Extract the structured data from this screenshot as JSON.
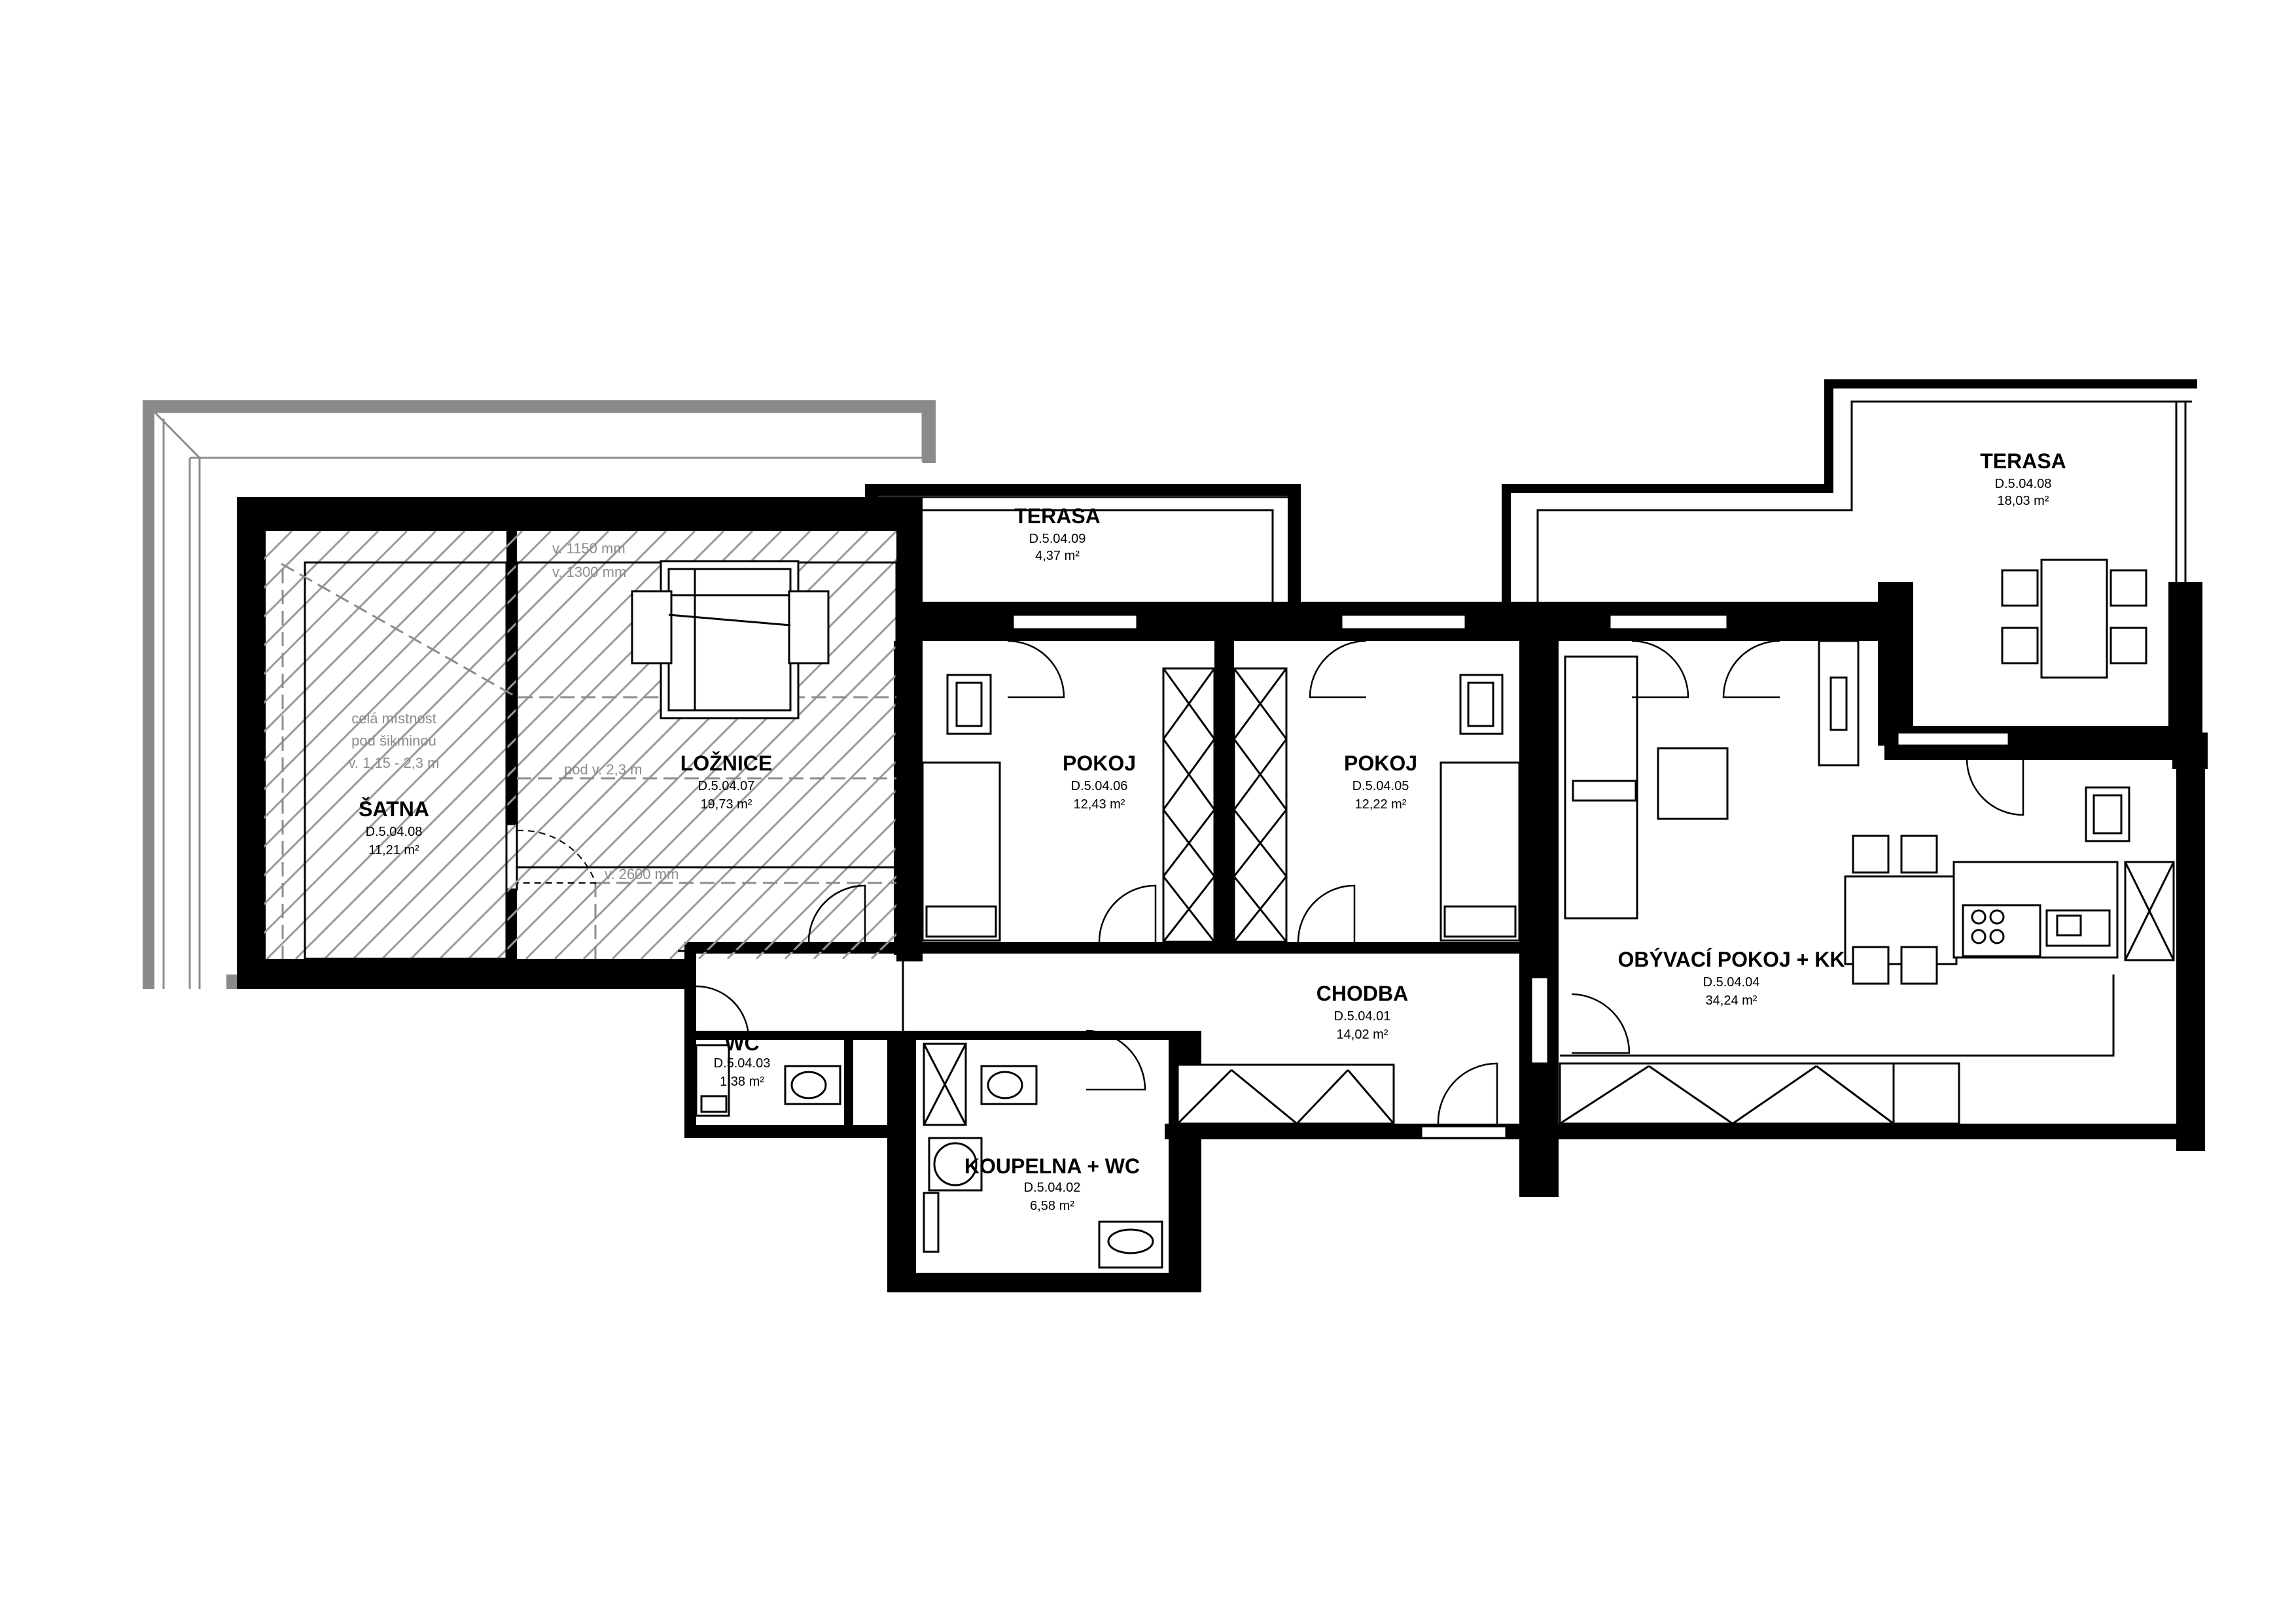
{
  "rooms": {
    "terasa_small": {
      "name": "TERASA",
      "code": "D.5.04.09",
      "area": "4,37 m²"
    },
    "terasa_big": {
      "name": "TERASA",
      "code": "D.5.04.08",
      "area": "18,03 m²"
    },
    "loznice": {
      "name": "LOŽNICE",
      "code": "D.5.04.07",
      "area": "19,73 m²"
    },
    "satna": {
      "name": "ŠATNA",
      "code": "D.5.04.08",
      "area": "11,21 m²"
    },
    "pokoj_1": {
      "name": "POKOJ",
      "code": "D.5.04.06",
      "area": "12,43 m²"
    },
    "pokoj_2": {
      "name": "POKOJ",
      "code": "D.5.04.05",
      "area": "12,22 m²"
    },
    "chodba": {
      "name": "CHODBA",
      "code": "D.5.04.01",
      "area": "14,02 m²"
    },
    "obyvaci": {
      "name": "OBÝVACÍ POKOJ + KK",
      "code": "D.5.04.04",
      "area": "34,24 m²"
    },
    "wc": {
      "name": "WC",
      "code": "D.5.04.03",
      "area": "1,38 m²"
    },
    "koupelna": {
      "name": "KOUPELNA + WC",
      "code": "D.5.04.02",
      "area": "6,58 m²"
    }
  },
  "notes": {
    "height_1150": "v. 1150 mm",
    "height_1300": "v. 1300 mm",
    "height_2600": "v. 2600 mm",
    "podv": "pod v. 2,3 m",
    "slope_line1": "celá místnost",
    "slope_line2": "pod šikminou",
    "slope_line3": "v. 1,15 - 2,3 m"
  },
  "colors": {
    "walls": "#000000",
    "parapet": "#8a8a8a",
    "hatch": "#9a9a9a",
    "notes": "#8c8c8c"
  }
}
